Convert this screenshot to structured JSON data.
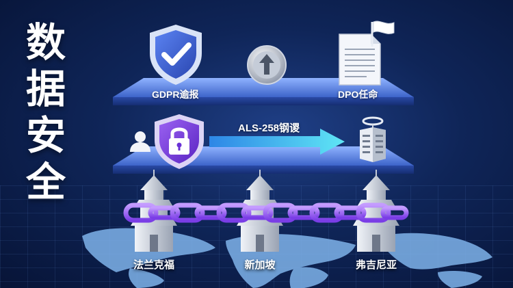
{
  "title": "数据安全",
  "top_platform": {
    "gdpr_label": "GDPR逾报",
    "dpo_label": "DPO任命"
  },
  "middle_platform": {
    "flow_label": "ALS-258钢谡"
  },
  "cities": [
    "法兰克福",
    "新加坡",
    "弗吉尼亚"
  ],
  "colors": {
    "shield_blue": "#3a5bc7",
    "shield_purple": "#7b3fe0",
    "chain_purple": "#8f56f5",
    "arrow_cyan": "#3fd0f0"
  },
  "icons": [
    "shield-check-icon",
    "upload-circle-icon",
    "document-flag-icon",
    "user-icon",
    "shield-lock-icon",
    "server-icon",
    "tower-icon",
    "chain-icon",
    "world-map"
  ]
}
